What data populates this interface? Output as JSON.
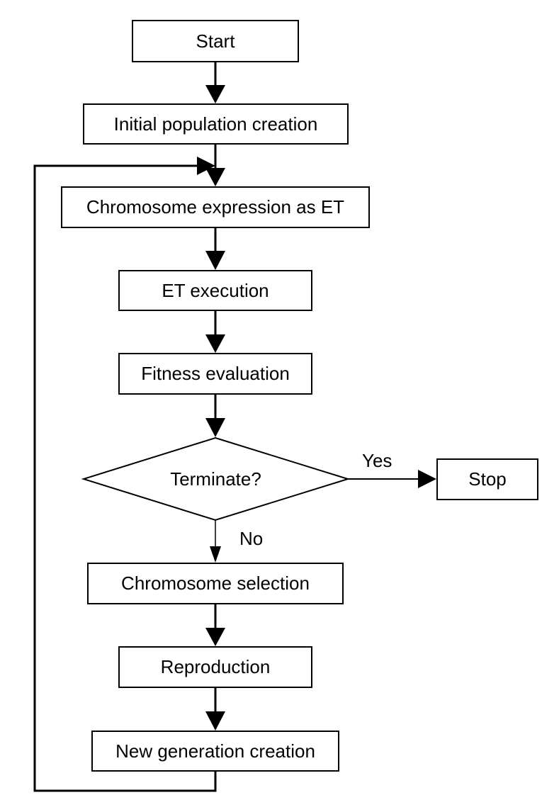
{
  "diagram": {
    "nodes": {
      "start": "Start",
      "init": "Initial population creation",
      "express": "Chromosome expression as ET",
      "execute": "ET execution",
      "fitness": "Fitness evaluation",
      "terminate": "Terminate?",
      "stop": "Stop",
      "selection": "Chromosome selection",
      "reproduction": "Reproduction",
      "newgen": "New generation creation"
    },
    "edge_labels": {
      "yes": "Yes",
      "no": "No"
    }
  }
}
